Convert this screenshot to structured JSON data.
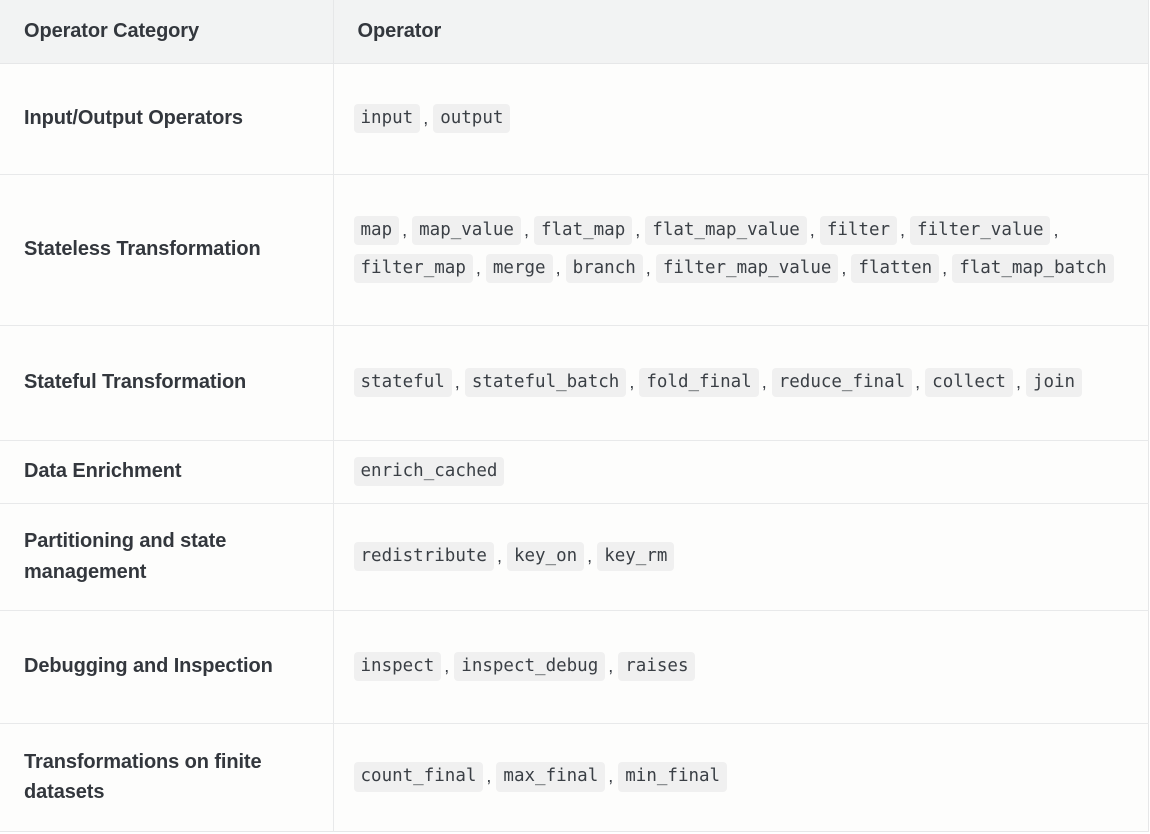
{
  "table": {
    "columns": [
      {
        "key": "category",
        "label": "Operator Category"
      },
      {
        "key": "operator",
        "label": "Operator"
      }
    ],
    "colors": {
      "header_background": "#f2f3f3",
      "row_background": "#fdfdfc",
      "border": "#e8e9ea",
      "text": "#33373d",
      "chip_background": "#f0f0f0",
      "chip_text": "#3a3f45"
    },
    "separator": ",",
    "rows": [
      {
        "category": "Input/Output Operators",
        "operators": [
          "input",
          "output"
        ]
      },
      {
        "category": "Stateless Transformation",
        "operators": [
          "map",
          "map_value",
          "flat_map",
          "flat_map_value",
          "filter",
          "filter_value",
          "filter_map",
          "merge",
          "branch",
          "filter_map_value",
          "flatten",
          "flat_map_batch"
        ]
      },
      {
        "category": "Stateful Transformation",
        "operators": [
          "stateful",
          "stateful_batch",
          "fold_final",
          "reduce_final",
          "collect",
          "join"
        ]
      },
      {
        "category": "Data Enrichment",
        "operators": [
          "enrich_cached"
        ]
      },
      {
        "category": "Partitioning and state management",
        "operators": [
          "redistribute",
          "key_on",
          "key_rm"
        ]
      },
      {
        "category": "Debugging and Inspection",
        "operators": [
          "inspect",
          "inspect_debug",
          "raises"
        ]
      },
      {
        "category": "Transformations on finite datasets",
        "operators": [
          "count_final",
          "max_final",
          "min_final"
        ]
      }
    ]
  }
}
